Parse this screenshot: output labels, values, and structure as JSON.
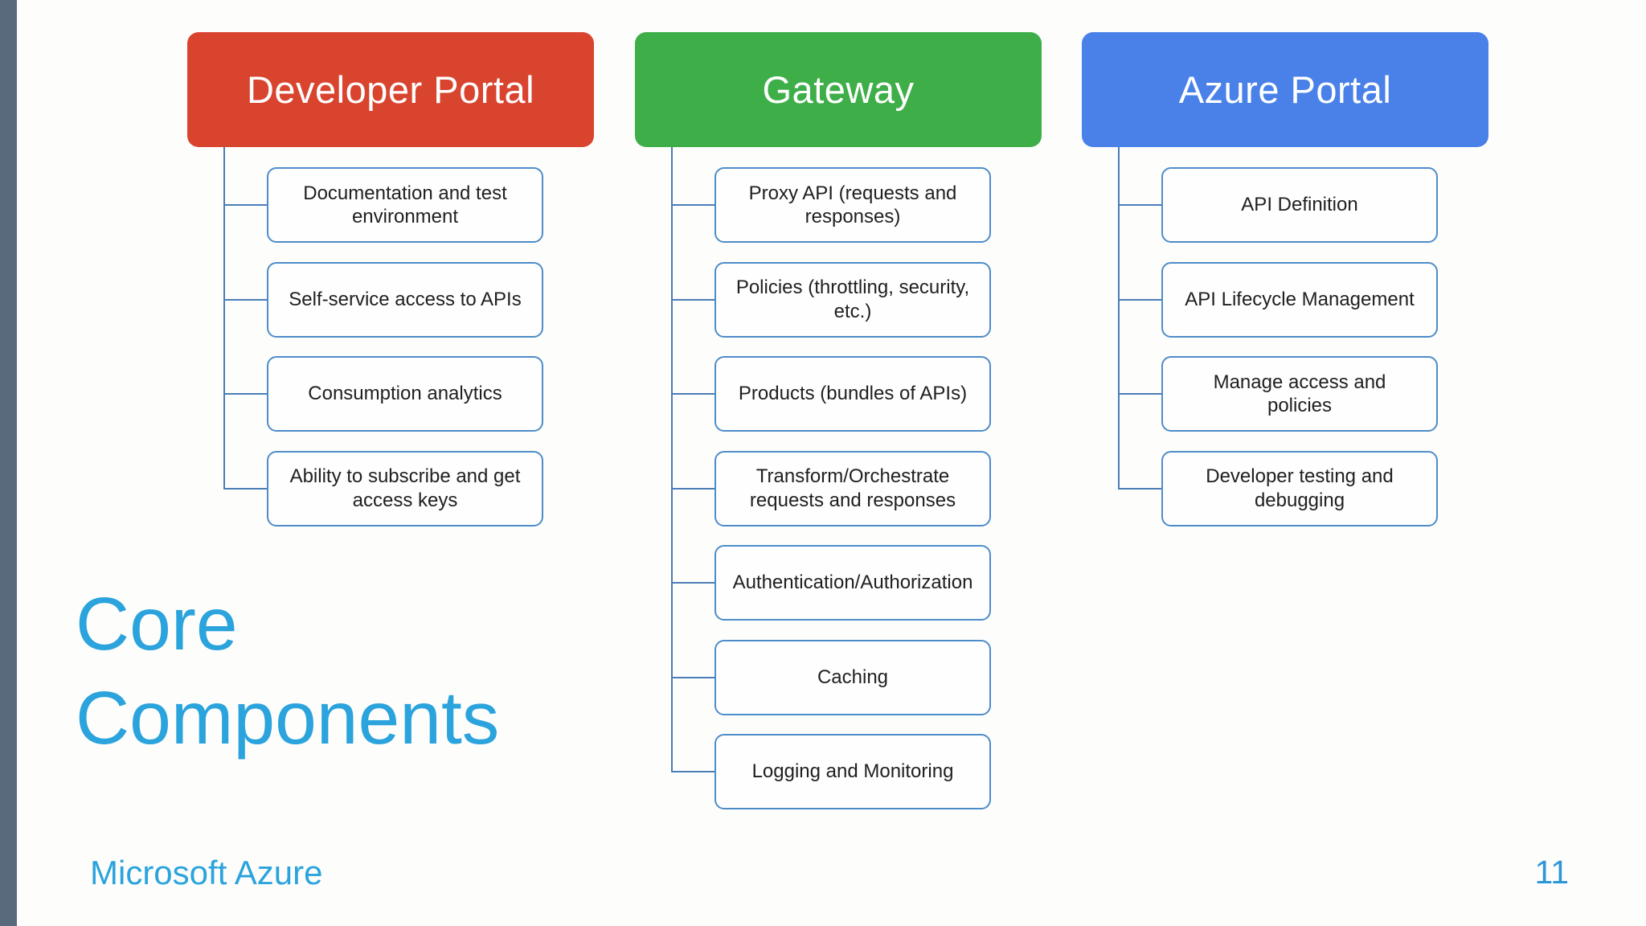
{
  "slide": {
    "title": "Core Components",
    "footer": "Microsoft Azure",
    "page_number": "11"
  },
  "colors": {
    "developer_portal_header": "#d9442f",
    "gateway_header": "#3eae49",
    "azure_portal_header": "#4a81e9",
    "item_border": "#4e8cc9",
    "connector_line": "#4a7db5",
    "accent_text": "#2ba3dc",
    "page_number_text": "#2e96d8",
    "edge_bar": "#5a6a7d"
  },
  "columns": [
    {
      "title": "Developer Portal",
      "items": [
        "Documentation and test environment",
        "Self-service access to APIs",
        "Consumption analytics",
        "Ability to subscribe and get access keys"
      ]
    },
    {
      "title": "Gateway",
      "items": [
        "Proxy API (requests and responses)",
        "Policies (throttling, security, etc.)",
        "Products (bundles of APIs)",
        "Transform/Orchestrate requests and responses",
        "Authentication/Authorization",
        "Caching",
        "Logging and Monitoring"
      ]
    },
    {
      "title": "Azure Portal",
      "items": [
        "API Definition",
        "API Lifecycle Management",
        "Manage access and policies",
        "Developer testing and debugging"
      ]
    }
  ]
}
